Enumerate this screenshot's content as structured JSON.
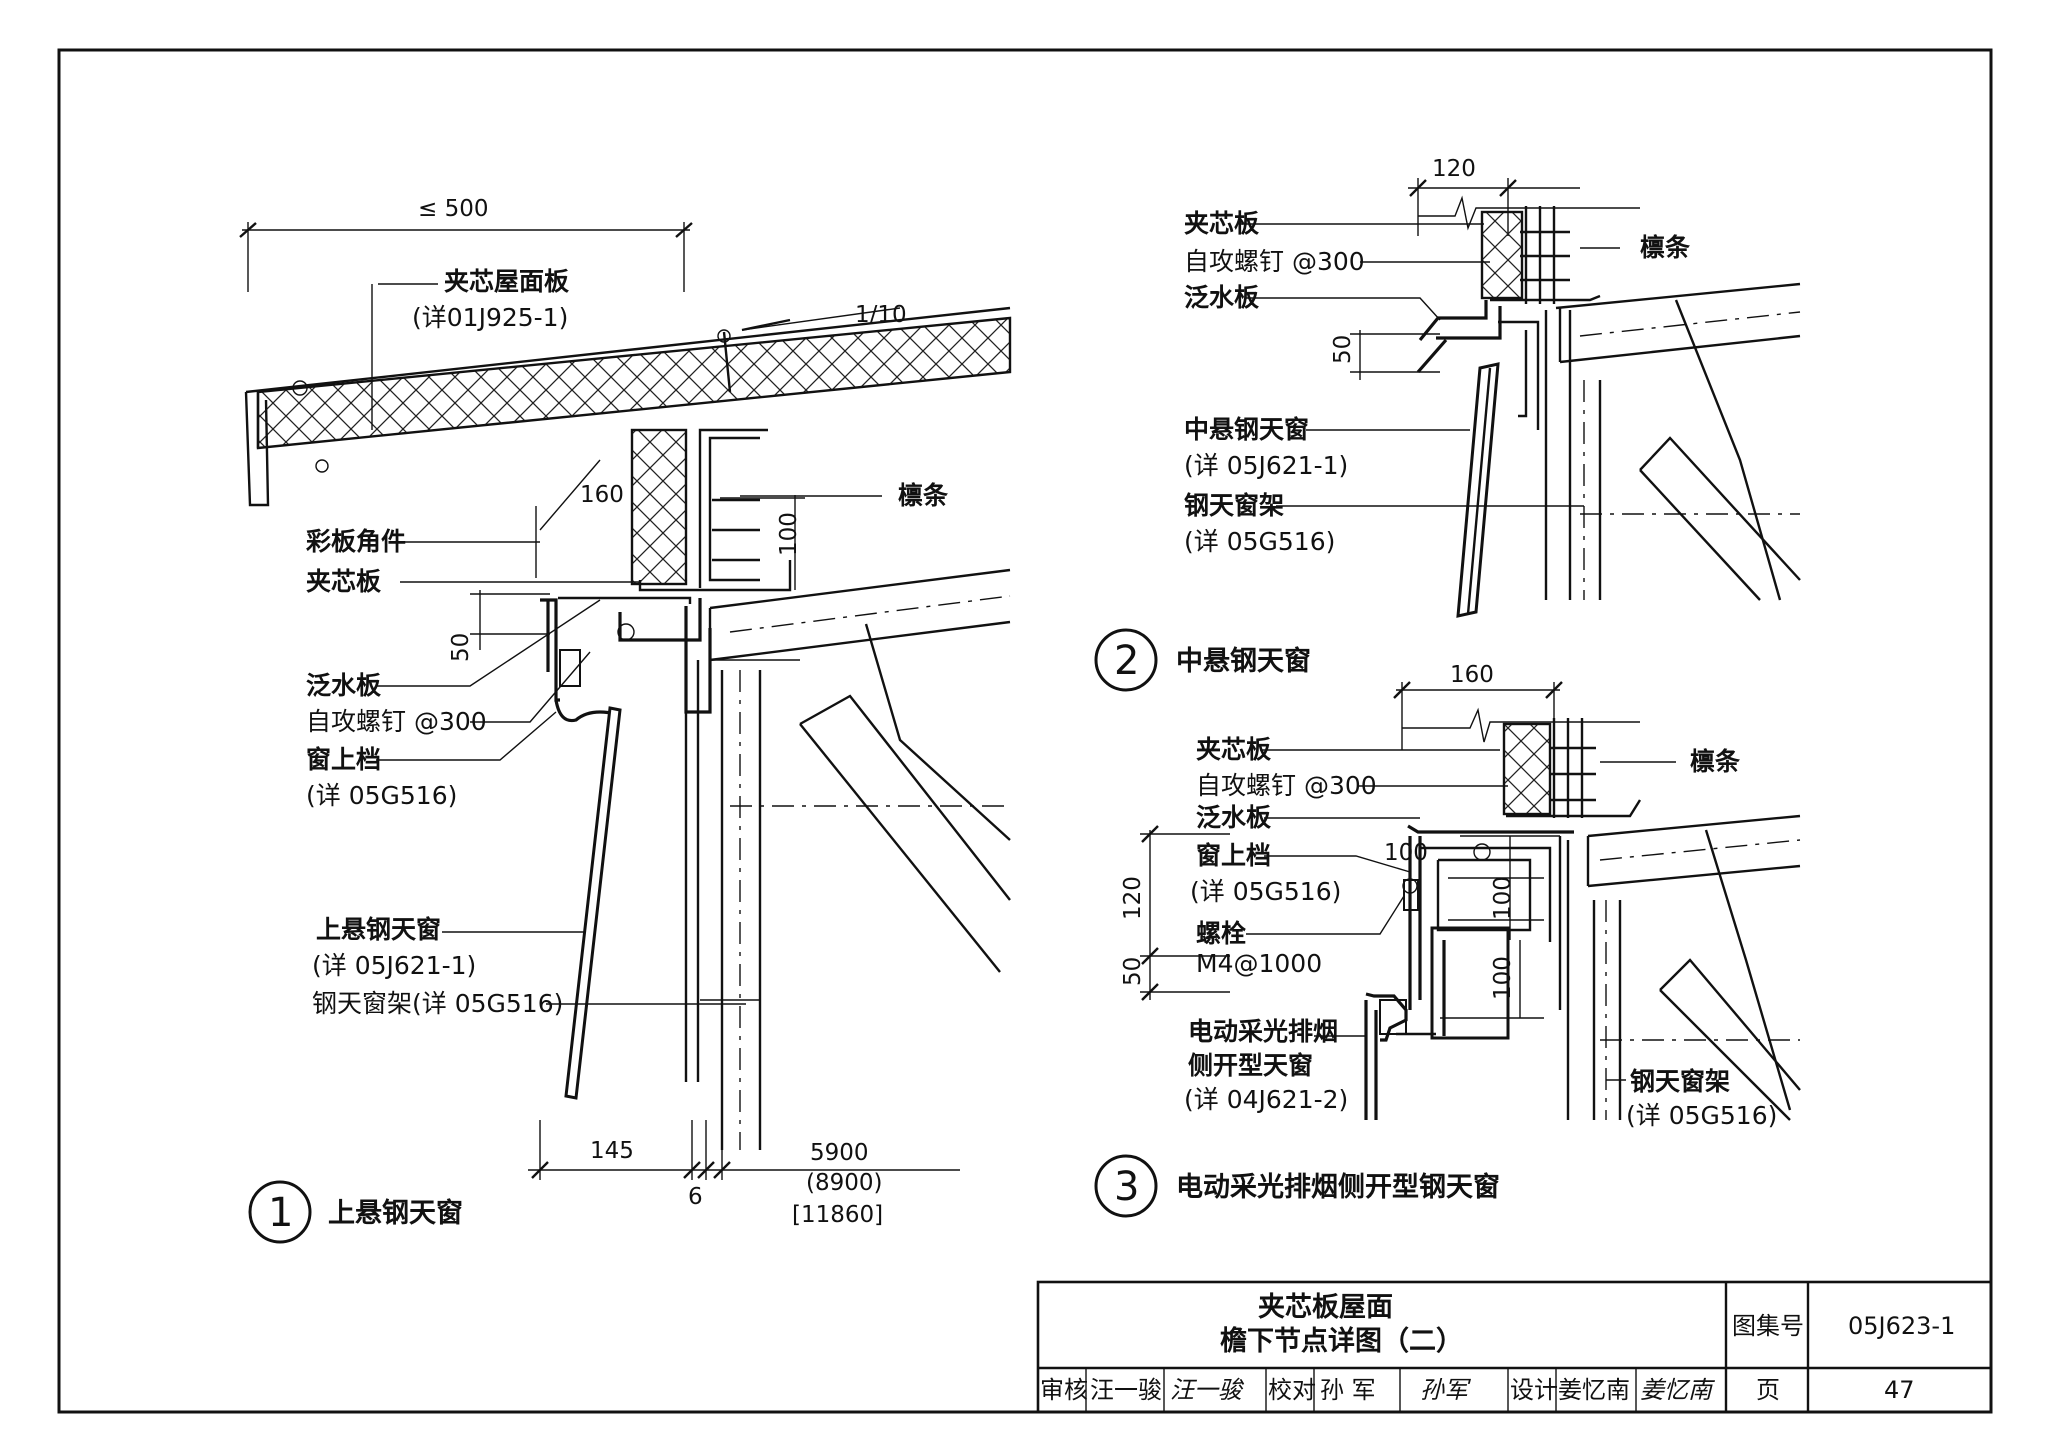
{
  "detail1": {
    "number": "1",
    "caption": "上悬钢天窗",
    "dims": {
      "max_width": "≤ 500",
      "slope": "1/10",
      "d160": "160",
      "d100": "100",
      "d50": "50",
      "d145": "145",
      "d6": "6",
      "span_a": "5900",
      "span_b": "(8900)",
      "span_c": "[11860]"
    },
    "labels": {
      "roof_panel": "夹芯屋面板",
      "roof_panel_ref": "(详01J925-1)",
      "purlin": "檩条",
      "corner_piece": "彩板角件",
      "sandwich_panel": "夹芯板",
      "flashing": "泛水板",
      "screw": "自攻螺钉 @300",
      "window_head": "窗上档",
      "window_head_ref": "(详 05G516)",
      "window": "上悬钢天窗",
      "window_ref": "(详 05J621-1)",
      "frame": "钢天窗架(详 05G516)"
    }
  },
  "detail2": {
    "number": "2",
    "caption": "中悬钢天窗",
    "dims": {
      "d120": "120",
      "d50": "50"
    },
    "labels": {
      "sandwich_panel": "夹芯板",
      "screw": "自攻螺钉 @300",
      "flashing": "泛水板",
      "purlin": "檩条",
      "window": "中悬钢天窗",
      "window_ref": "(详 05J621-1)",
      "frame": "钢天窗架",
      "frame_ref": "(详 05G516)"
    }
  },
  "detail3": {
    "number": "3",
    "caption": "电动采光排烟侧开型钢天窗",
    "dims": {
      "d160": "160",
      "d100a": "100",
      "d100b": "100",
      "d100c": "100",
      "d120": "120",
      "d50": "50"
    },
    "labels": {
      "sandwich_panel": "夹芯板",
      "screw": "自攻螺钉 @300",
      "flashing": "泛水板",
      "purlin": "檩条",
      "window_head": "窗上档",
      "window_head_ref": "(详 05G516)",
      "bolt": "螺栓",
      "bolt_spec": "M4@1000",
      "window": "电动采光排烟",
      "window2": "侧开型天窗",
      "window_ref": "(详 04J621-2)",
      "frame": "钢天窗架",
      "frame_ref": "(详 05G516)"
    }
  },
  "title_block": {
    "title_line1": "夹芯板屋面",
    "title_line2": "檐下节点详图（二）",
    "atlas_label": "图集号",
    "atlas_no": "05J623-1",
    "page_label": "页",
    "page_no": "47",
    "review_label": "审核",
    "reviewer": "汪一骏",
    "reviewer_sig": "汪一骏",
    "check_label": "校对",
    "checker": "孙 军",
    "checker_sig": "孙军",
    "design_label": "设计",
    "designer": "姜忆南",
    "designer_sig": "姜忆南"
  }
}
